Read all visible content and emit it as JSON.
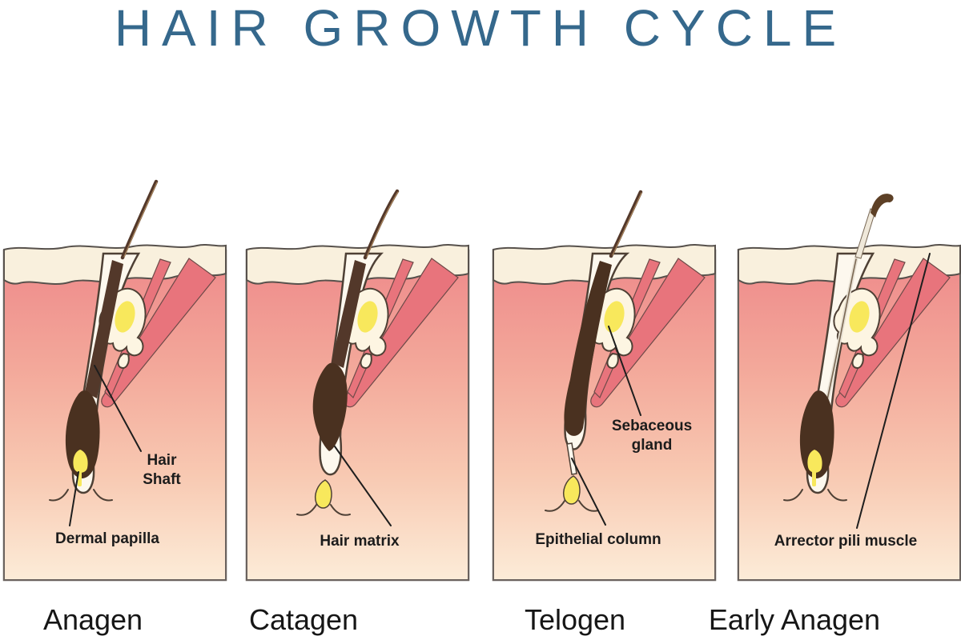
{
  "title": "HAIR GROWTH CYCLE",
  "panels": [
    {
      "stage": "Anagen",
      "labels": {
        "hair_shaft": "Hair Shaft",
        "dermal_papilla": "Dermal papilla"
      }
    },
    {
      "stage": "Catagen",
      "labels": {
        "hair_matrix": "Hair matrix"
      }
    },
    {
      "stage": "Telogen",
      "labels": {
        "sebaceous_gland": "Sebaceous gland",
        "epithelial_column": "Epithelial column"
      }
    },
    {
      "stage": "Early Anagen",
      "labels": {
        "arrector_pili": "Arrector pili muscle"
      }
    }
  ],
  "colors": {
    "title_text": "#35688c",
    "label_text": "#1c1c1c",
    "skin_top": "#ee898a",
    "skin_bottom": "#fcecd8",
    "epidermis": "#f9f0dd",
    "follicle_sheath": "#fdf8ee",
    "hair_brown": "#53382a",
    "papilla_yellow": "#f8e85c",
    "sebaceous_yellow": "#f8e85c",
    "muscle_pink": "#e8747c",
    "outline": "#4e4035"
  }
}
